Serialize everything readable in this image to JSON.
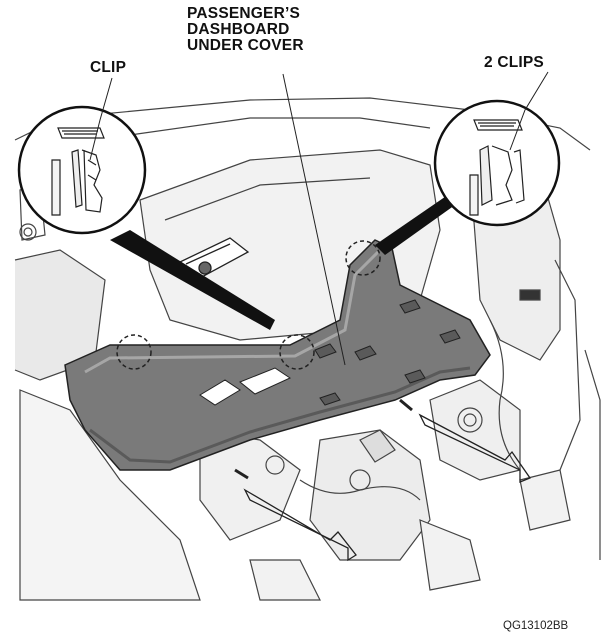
{
  "labels": {
    "dashboard_line1": "PASSENGER’S",
    "dashboard_line2": "DASHBOARD",
    "dashboard_line3": "UNDER COVER",
    "clip": "CLIP",
    "two_clips": "2 CLIPS"
  },
  "figure_code": "QG13102BB",
  "colors": {
    "cover": "#7a7a7a",
    "cover_dark": "#5a5a5a",
    "cover_light": "#a6a6a6",
    "linework": "#222222",
    "background": "#ffffff"
  }
}
